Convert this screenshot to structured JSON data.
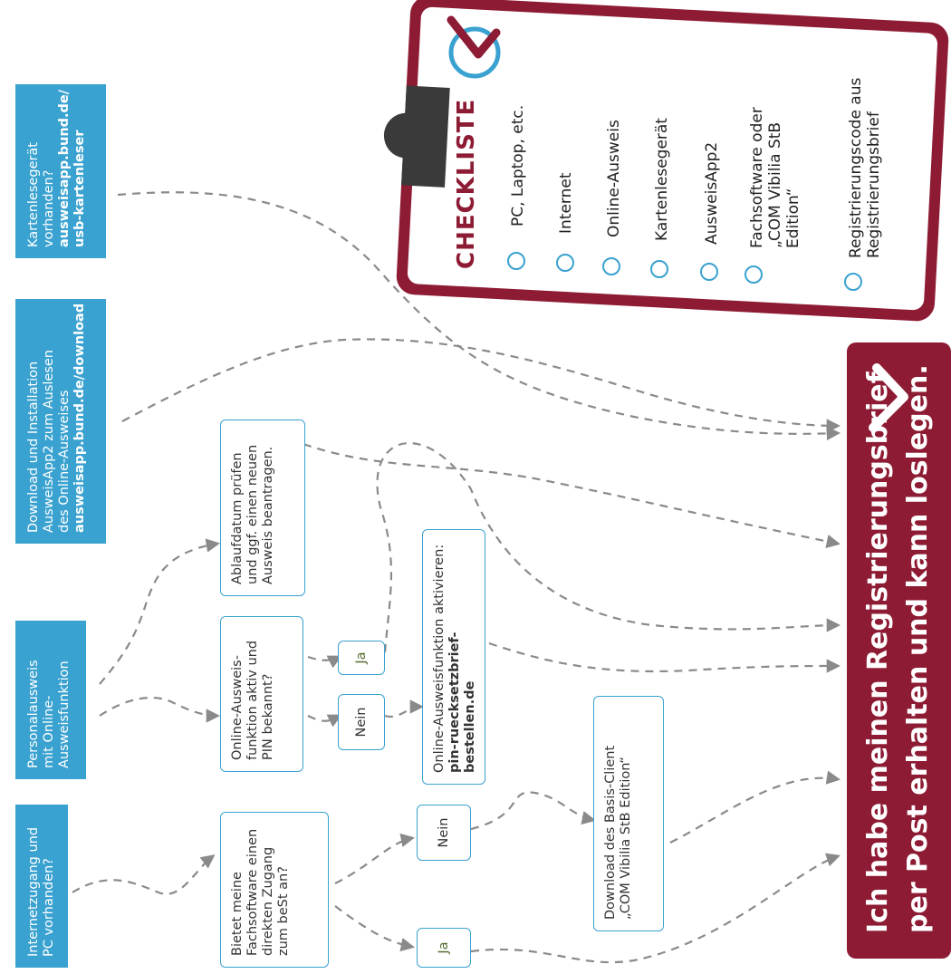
{
  "checklist": {
    "title": "CHECKLISTE",
    "items": [
      {
        "lines": [
          "PC, Laptop, etc."
        ]
      },
      {
        "lines": [
          "Internet"
        ]
      },
      {
        "lines": [
          "Online-Ausweis"
        ]
      },
      {
        "lines": [
          "Kartenlesegerät"
        ]
      },
      {
        "lines": [
          "AusweisApp2"
        ]
      },
      {
        "lines": [
          "Fachsoftware oder",
          "„COM Vibilia StB",
          "Edition“"
        ]
      },
      {
        "lines": [
          "Registrierungscode aus",
          "Registrierungsbrief"
        ]
      }
    ]
  },
  "start_boxes": {
    "internet": {
      "lines": [
        "Internetzugang und",
        "PC vorhanden?"
      ]
    },
    "personalausweis": {
      "lines": [
        "Personalausweis",
        "mit Online-",
        "Ausweisfunktion"
      ]
    },
    "download": {
      "lines": [
        "Download und Installation",
        "AusweisApp2 zum Auslesen",
        "des Online-Ausweises"
      ],
      "link": "ausweisapp.bund.de/download"
    },
    "kartenleser": {
      "lines": [
        "Kartenlesegerät",
        "vorhanden?"
      ],
      "link_lines": [
        "ausweisapp.bund.de/",
        "usb-kartenleser"
      ]
    }
  },
  "decision_boxes": {
    "fachsoftware": {
      "lines": [
        "Bietet meine",
        "Fachsoftware einen",
        "direkten Zugang",
        "zum beSt an?"
      ]
    },
    "online_ausweis": {
      "lines": [
        "Online-Ausweis-",
        "funktion aktiv und",
        "PIN bekannt?"
      ]
    },
    "ablaufdatum": {
      "lines": [
        "Ablaufdatum prüfen",
        "und ggf. einen neuen",
        "Ausweis beantragen."
      ]
    },
    "aktivieren": {
      "text": "Online-Ausweisfunktion aktivieren:",
      "link": "pin-ruecksetzbrief-bestellen.de"
    },
    "basis_client": {
      "lines": [
        "Download des Basis-Client",
        "„COM Vibilia StB Edition“"
      ]
    }
  },
  "answers": {
    "ja": "Ja",
    "nein": "Nein"
  },
  "final": {
    "lines": [
      "Ich habe meinen Registrierungsbrief",
      "per Post erhalten und kann loslegen."
    ]
  },
  "colors": {
    "blue": "#3aa2d0",
    "maroon": "#8e1b34",
    "arrow": "#8a8a8a",
    "clip": "#3a3a3a"
  }
}
